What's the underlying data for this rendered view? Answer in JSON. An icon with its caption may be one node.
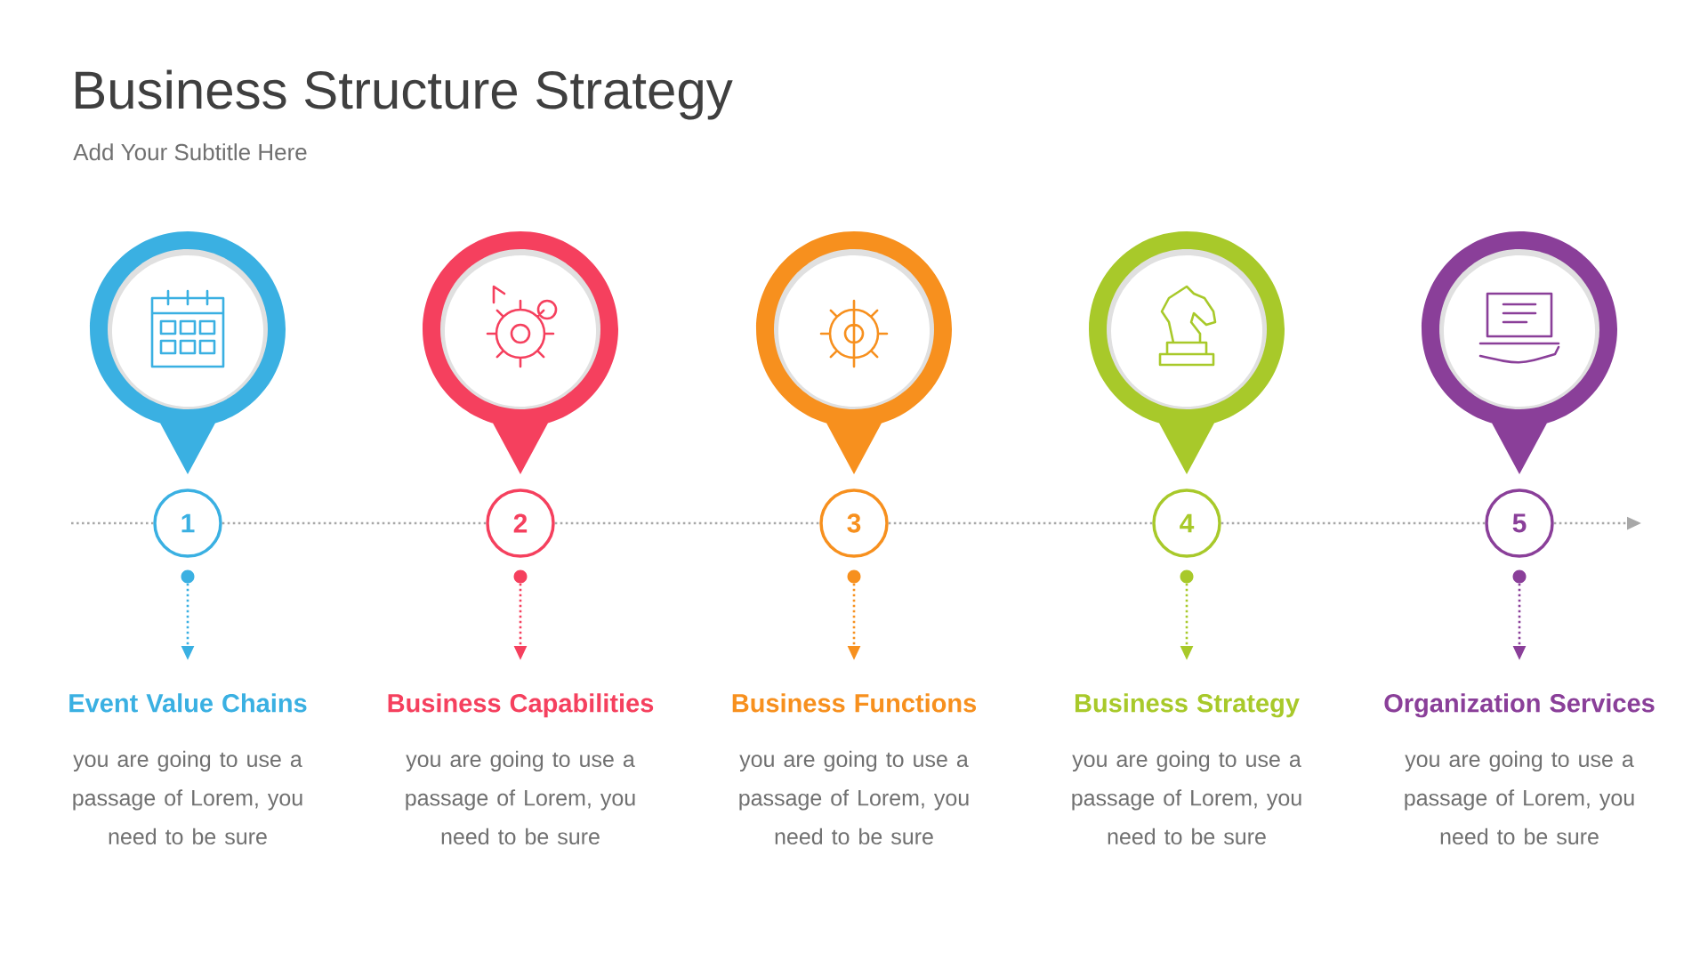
{
  "diagram": {
    "title": "Business Structure Strategy",
    "labels": [
      "Add Your Subtitle Here"
    ],
    "nodes": [
      {
        "text": [
          "1"
        ]
      },
      {
        "text": [],
        "shape": "circle"
      },
      {
        "text": [
          "Event Value Chains",
          "you are going to use a passage of Lorem, you need to be sure"
        ]
      },
      {
        "text": [
          "2"
        ]
      },
      {
        "text": [],
        "shape": "circle"
      },
      {
        "text": [
          "Business Capabilities",
          "you are going to use a passage of Lorem, you need to be sure"
        ]
      },
      {
        "text": [
          "3"
        ]
      },
      {
        "text": [],
        "shape": "circle"
      },
      {
        "text": [
          "Business Functions",
          "you are going to use a passage of Lorem, you need to be sure"
        ]
      },
      {
        "text": [
          "4"
        ]
      },
      {
        "text": [],
        "shape": "circle"
      },
      {
        "text": [
          "Business Strategy",
          "you are going to use a passage of Lorem, you need to be sure"
        ]
      },
      {
        "text": [
          "5"
        ]
      },
      {
        "text": [],
        "shape": "circle"
      },
      {
        "text": [
          "Organization Services",
          "you are going to use a passage of Lorem, you need to be sure"
        ]
      }
    ],
    "edges": [
      {
        "from": null,
        "to": 0,
        "arrow": "none",
        "style": "dashed"
      },
      {
        "from": 0,
        "to": 3,
        "arrow": "none",
        "style": "dashed"
      },
      {
        "from": 3,
        "to": 6,
        "arrow": "none",
        "style": "dashed"
      },
      {
        "from": 6,
        "to": 9,
        "arrow": "none",
        "style": "dashed"
      },
      {
        "from": 9,
        "to": 12,
        "arrow": "none",
        "style": "dashed"
      },
      {
        "from": 12,
        "to": null,
        "arrow": "to",
        "style": "dashed"
      },
      {
        "from": 1,
        "to": 2,
        "arrow": "to",
        "style": "dashed",
        "color": "#3ab0e2"
      },
      {
        "from": 4,
        "to": 5,
        "arrow": "to",
        "style": "dashed",
        "color": "#f5405e"
      },
      {
        "from": 7,
        "to": 8,
        "arrow": "to",
        "style": "dashed",
        "color": "#f7901e"
      },
      {
        "from": 10,
        "to": 11,
        "arrow": "to",
        "style": "dashed",
        "color": "#a8c92a"
      },
      {
        "from": 13,
        "to": 14,
        "arrow": "to",
        "style": "dashed",
        "color": "#8a3f99"
      }
    ]
  }
}
